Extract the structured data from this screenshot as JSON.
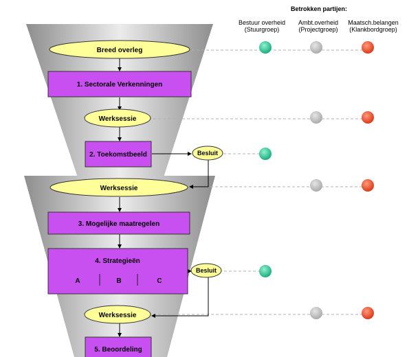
{
  "parties": {
    "title": "Betrokken partijen:",
    "col1_line1": "Bestuur overheid",
    "col1_line2": "(Stuurgroep)",
    "col2_line1": "Ambt.overheid",
    "col2_line2": "(Projectgroep)",
    "col3_line1": "Maatsch.belangen",
    "col3_line2": "(Klankbordgroep)"
  },
  "steps": {
    "breed_overleg": "Breed overleg",
    "sectorale": "1. Sectorale Verkenningen",
    "werksessie_1": "Werksessie",
    "toekomstbeeld": "2. Toekomstbeeld",
    "besluit_1": "Besluit",
    "werksessie_2": "Werksessie",
    "maatregelen": "3. Mogelijke maatregelen",
    "strategieen": "4. Strategieën",
    "strategy_a": "A",
    "strategy_b": "B",
    "strategy_c": "C",
    "besluit_2": "Besluit",
    "werksessie_3": "Werksessie",
    "beoordeling": "5. Beoordeling"
  },
  "colors": {
    "stuurgroep": "#1bbf8e",
    "projectgroep": "#b4b4b4",
    "klankbordgroep": "#ea3a16",
    "process_box": "#c84ff0",
    "event_ellipse": "#ffff99",
    "funnel": "#a8a8a8"
  }
}
